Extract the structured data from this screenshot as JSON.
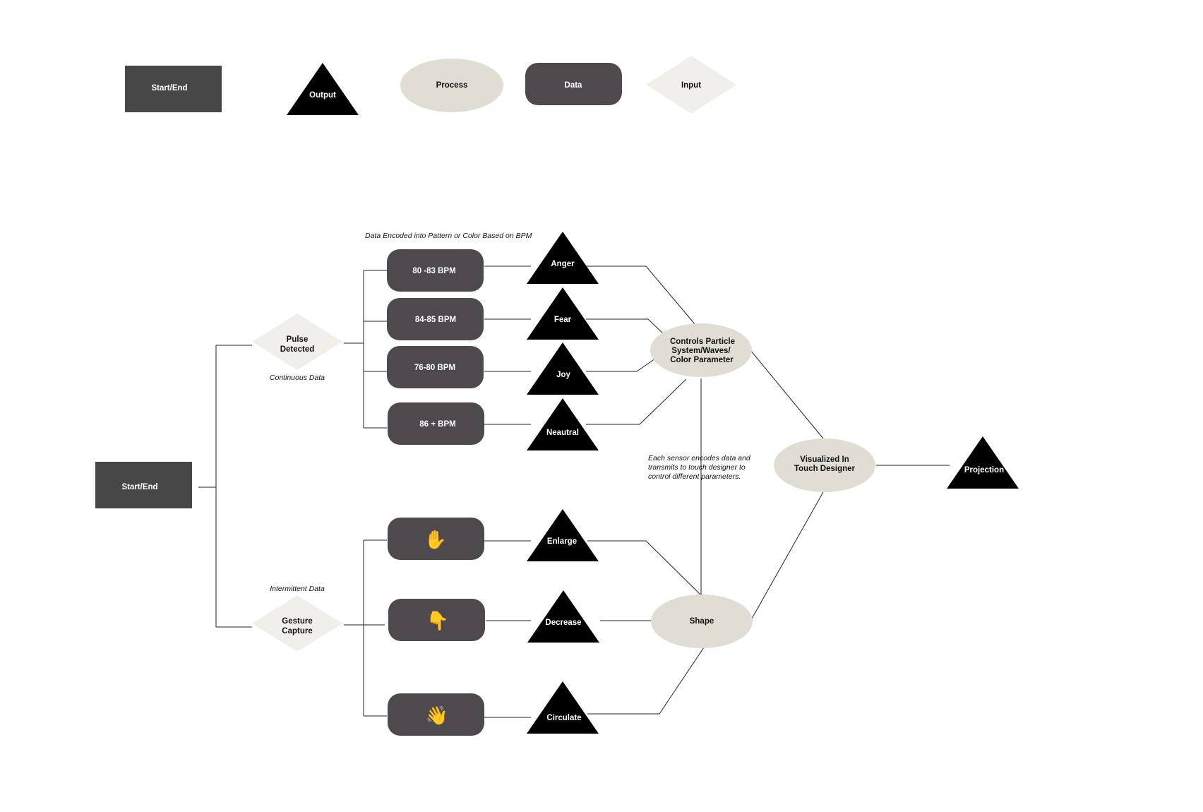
{
  "legend": {
    "start_end": "Start/End",
    "output": "Output",
    "process": "Process",
    "data": "Data",
    "input": "Input"
  },
  "start": {
    "label": "Start/End"
  },
  "inputs": {
    "pulse": {
      "line1": "Pulse",
      "line2": "Detected",
      "note": "Continuous Data"
    },
    "gesture": {
      "line1": "Gesture",
      "line2": "Capture",
      "note": "Intermittent Data"
    }
  },
  "notes": {
    "bpm_encoding": "Data Encoded into Pattern or Color  Based on BPM",
    "sensor_line1": "Each sensor encodes data and",
    "sensor_line2": "transmits to touch designer to",
    "sensor_line3": "control different parameters."
  },
  "bpm_data": [
    "80 -83 BPM",
    "84-85 BPM",
    "76-80 BPM",
    "86 + BPM"
  ],
  "emotions": [
    "Anger",
    "Fear",
    "Joy",
    "Neautral"
  ],
  "gestures": [
    {
      "icon": "raised-hand-icon",
      "glyph": "✋"
    },
    {
      "icon": "pointing-down-icon",
      "glyph": "👇"
    },
    {
      "icon": "waving-hand-icon",
      "glyph": "👋"
    }
  ],
  "gesture_outputs": [
    "Enlarge",
    "Decrease",
    "Circulate"
  ],
  "processes": {
    "controls": {
      "line1": "Controls Particle",
      "line2": "System/Waves/",
      "line3": "Color Parameter"
    },
    "shape": "Shape",
    "visualized": {
      "line1": "Visualized In",
      "line2": "Touch Designer"
    }
  },
  "final_output": "Projection",
  "colors": {
    "start_end": "#474747",
    "data": "#4d494d",
    "process": "#e0ded4",
    "input": "#f0efea",
    "output": "#000000"
  }
}
